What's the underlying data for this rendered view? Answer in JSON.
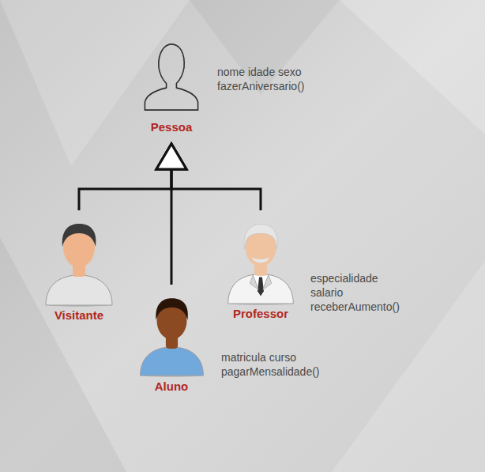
{
  "diagram": {
    "nodes": [
      {
        "text": [
          "Pessoa",
          "nome idade sexo fazerAniversario()"
        ]
      },
      {
        "text": [
          "Visitante"
        ]
      },
      {
        "text": [
          "Professor",
          "especialidade salario receberAumento()"
        ]
      },
      {
        "text": [
          "Aluno",
          "matricula curso pagarMensalidade()"
        ]
      }
    ],
    "edges": [
      {
        "from": 1,
        "to": 0,
        "arrow": "to"
      },
      {
        "from": 2,
        "to": 0,
        "arrow": "to"
      },
      {
        "from": 3,
        "to": 0,
        "arrow": "to"
      }
    ]
  }
}
